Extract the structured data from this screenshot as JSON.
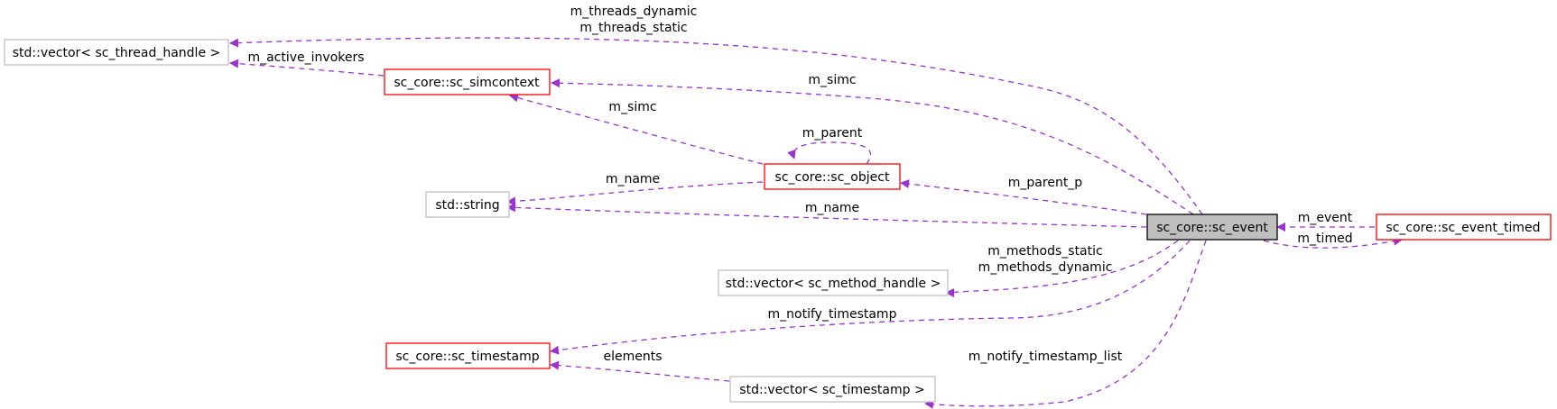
{
  "colors": {
    "edge": "#9a32cd",
    "node_border_linked": "#ff0000",
    "node_border_external": "#bfbfbf",
    "node_focus_fill": "#bfbfbf",
    "node_focus_border": "#000000"
  },
  "nodes": {
    "vector_thread_handle": "std::vector< sc_thread_handle >",
    "simcontext": "sc_core::sc_simcontext",
    "object": "sc_core::sc_object",
    "std_string": "std::string",
    "event": "sc_core::sc_event",
    "event_timed": "sc_core::sc_event_timed",
    "vector_method_handle": "std::vector< sc_method_handle >",
    "timestamp": "sc_core::sc_timestamp",
    "vector_timestamp": "std::vector< sc_timestamp >"
  },
  "edge_labels": {
    "threads_dynamic": "m_threads_dynamic",
    "threads_static": "m_threads_static",
    "active_invokers": "m_active_invokers",
    "simc_event": "m_simc",
    "simc_object": "m_simc",
    "parent": "m_parent",
    "name_object": "m_name",
    "parent_p": "m_parent_p",
    "name_event": "m_name",
    "event": "m_event",
    "timed": "m_timed",
    "methods_static": "m_methods_static",
    "methods_dynamic": "m_methods_dynamic",
    "notify_timestamp": "m_notify_timestamp",
    "elements": "elements",
    "notify_timestamp_list": "m_notify_timestamp_list"
  }
}
